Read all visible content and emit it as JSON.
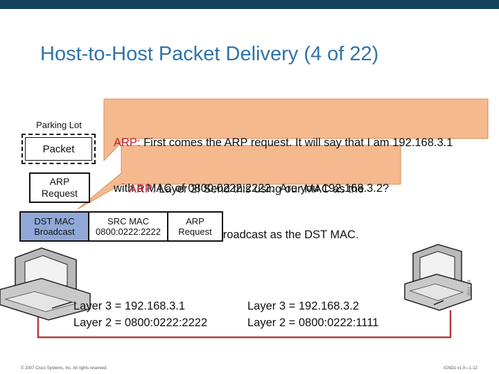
{
  "slide": {
    "title": "Host-to-Host Packet Delivery (4 of 22)",
    "footer_left": "© 2007 Cisco Systems, Inc. All rights reserved.",
    "footer_right": "ICND1 v1.0—1-12",
    "side_code": "2011_88"
  },
  "callouts": {
    "arp_request": {
      "prefix": "ARP:",
      "line1": " First comes the ARP request. It will say that I am 192.168.3.1",
      "line2": "with a MAC of 0800:0222:2222.  Are you 192.168.3.2?"
    },
    "layer2": {
      "prefix": "ARP:",
      "line1": " Layer 2! Send this using our MAC as the",
      "line2": "SRC MAC and a broadcast as the DST MAC."
    }
  },
  "stack": {
    "parking_lot_label": "Parking Lot",
    "packet_label": "Packet",
    "arp_request_line1": "ARP",
    "arp_request_line2": "Request"
  },
  "frame": {
    "dst_mac_line1": "DST MAC",
    "dst_mac_line2": "Broadcast",
    "src_mac_line1": "SRC MAC",
    "src_mac_line2": "0800:0222:2222",
    "payload_line1": "ARP",
    "payload_line2": "Request"
  },
  "hosts": {
    "left": {
      "layer3": "Layer 3 = 192.168.3.1",
      "layer2": "Layer 2 = 0800:0222:2222"
    },
    "right": {
      "layer3": "Layer 3 = 192.168.3.2",
      "layer2": "Layer 2 = 0800:0222:1111"
    }
  },
  "colors": {
    "accent_bar": "#13435f",
    "title": "#2f73a8",
    "callout_fill": "#f5b98e",
    "callout_text": "#c0192c",
    "dst_mac_fill": "#8fa8d6",
    "link": "#b43a3a"
  }
}
